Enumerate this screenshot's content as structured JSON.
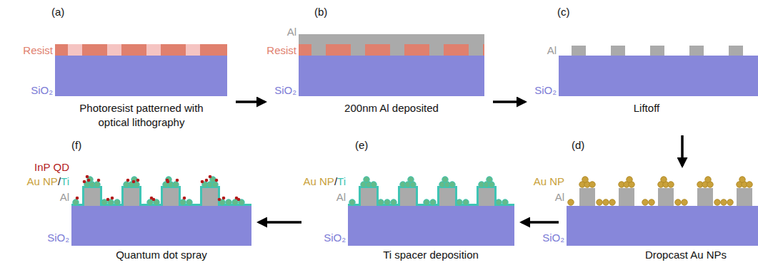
{
  "diagram": {
    "nodes": [
      {
        "text": [
          "(a)",
          "Photoresist patterned with optical lithography"
        ]
      },
      {
        "text": [
          "(b)",
          "200nm Al deposited"
        ]
      },
      {
        "text": [
          "(c)",
          "Liftoff"
        ]
      },
      {
        "text": [
          "(d)",
          "Dropcast Au NPs"
        ]
      },
      {
        "text": [
          "(e)",
          "Ti spacer deposition"
        ]
      },
      {
        "text": [
          "(f)",
          "Quantum dot spray"
        ]
      }
    ],
    "edges": [
      {
        "from": 0,
        "to": 1,
        "arrow": "to"
      },
      {
        "from": 1,
        "to": 2,
        "arrow": "to"
      },
      {
        "from": 2,
        "to": 3,
        "arrow": "to"
      },
      {
        "from": 3,
        "to": 4,
        "arrow": "to"
      },
      {
        "from": 4,
        "to": 5,
        "arrow": "to"
      }
    ],
    "labels": [
      "Resist",
      "SiO₂",
      "Al",
      "Resist",
      "SiO₂",
      "Al",
      "SiO₂",
      "Au NP",
      "Al",
      "SiO₂",
      "Au NP",
      "/",
      "Ti",
      "Al",
      "SiO₂",
      "InP QD",
      "Au NP",
      "/",
      "Ti",
      "Al",
      "SiO₂"
    ]
  }
}
